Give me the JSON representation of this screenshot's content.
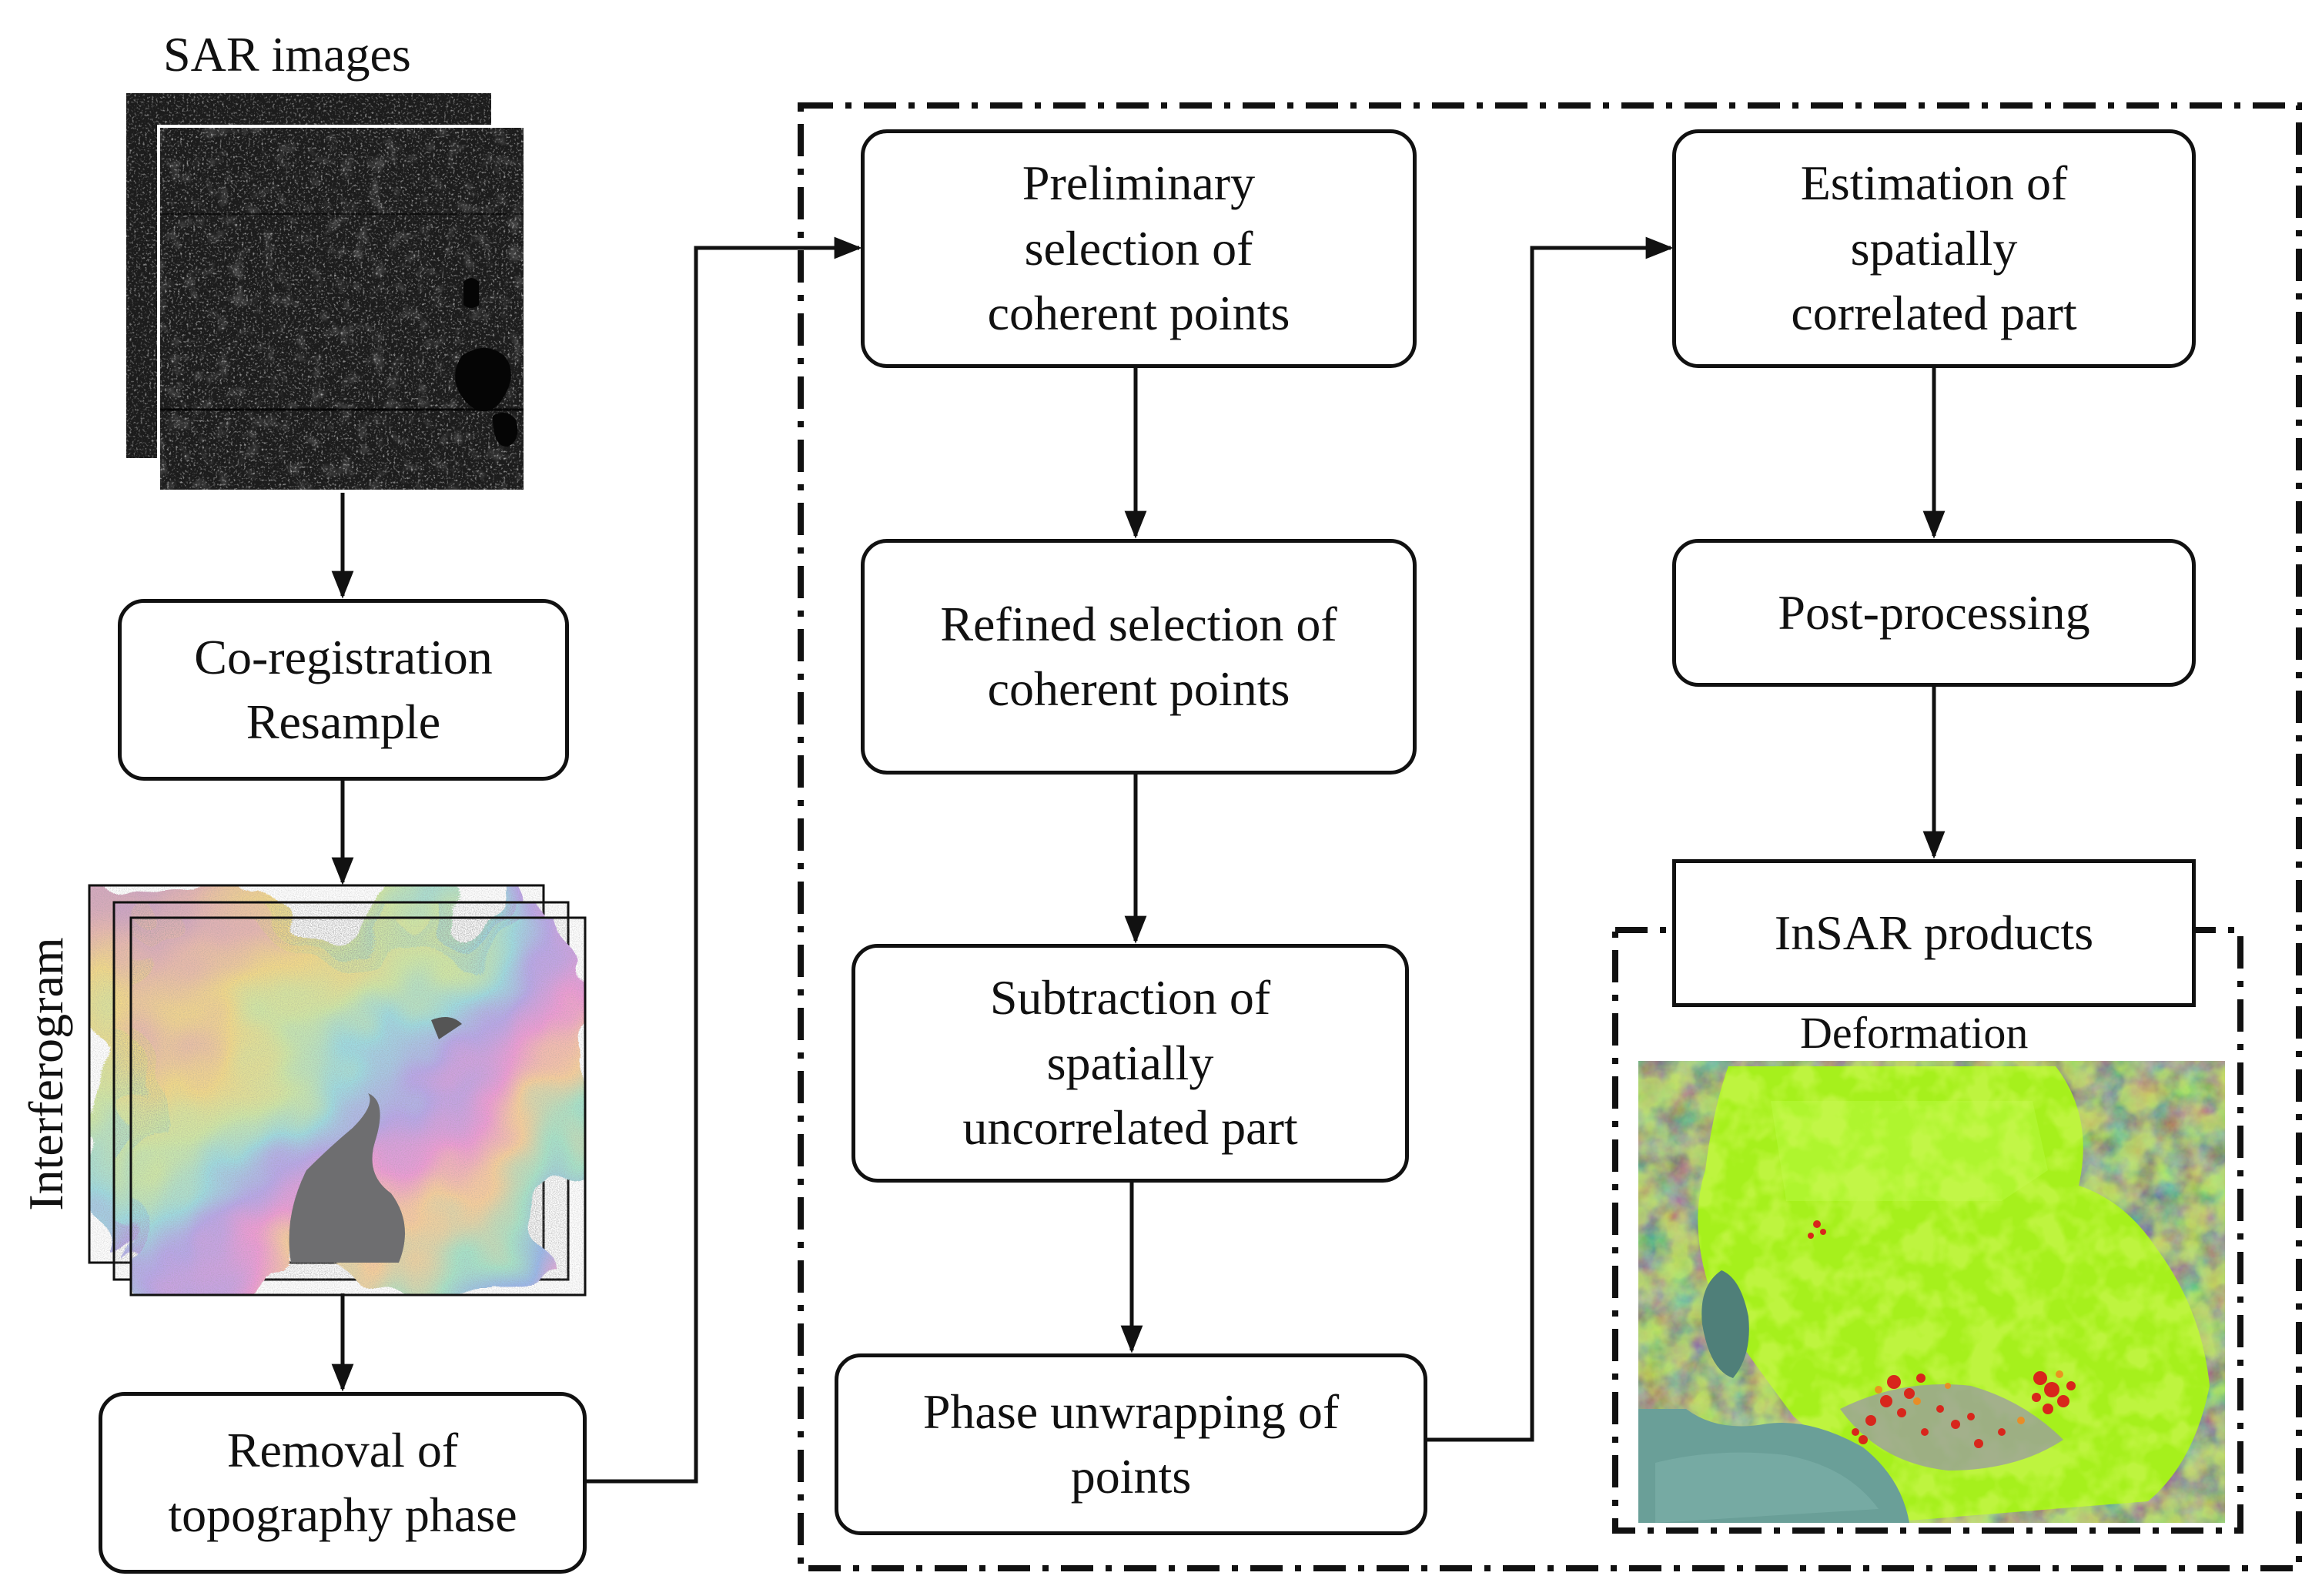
{
  "labels": {
    "sar_images": "SAR images",
    "interferogram": "Interferogram",
    "deformation": "Deformation"
  },
  "steps": {
    "coregistration": "Co-registration\nResample",
    "removal_topography": "Removal of\ntopography phase",
    "preliminary_selection": "Preliminary\nselection of\ncoherent points",
    "refined_selection": "Refined selection of\ncoherent points",
    "subtraction_uncorrelated": "Subtraction of\nspatially\nuncorrelated part",
    "phase_unwrapping": "Phase unwrapping of\npoints",
    "estimation_correlated": "Estimation of\nspatially\ncorrelated part",
    "post_processing": "Post-processing",
    "insar_products": "InSAR products"
  },
  "colors": {
    "line": "#111111",
    "sar_background": "#1c1c1c",
    "deformation_stable": "#a6f01c",
    "deformation_subsidence": "#d8261c",
    "water": "#5d8f86"
  }
}
